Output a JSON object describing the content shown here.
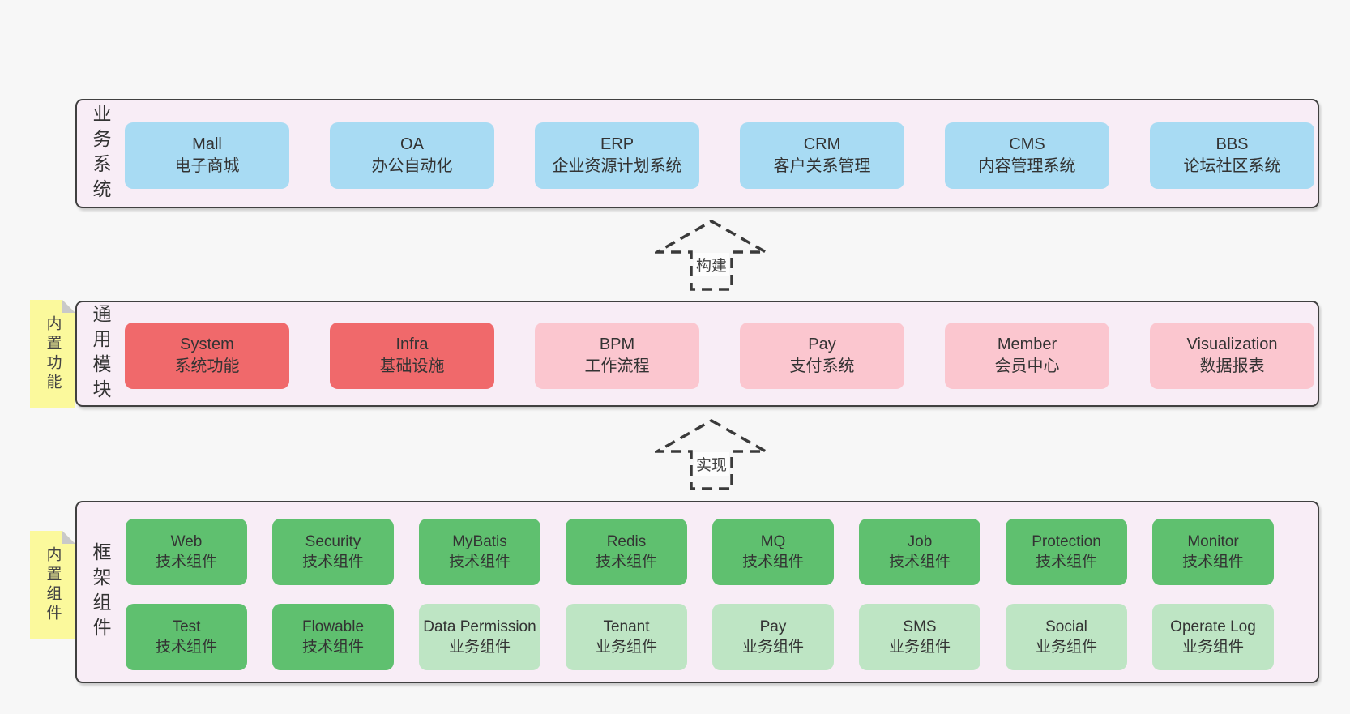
{
  "colors": {
    "page_bg": "#f7f7f7",
    "band_bg": "#f8edf6",
    "band_border": "#404040",
    "blue": "#a8dbf3",
    "red": "#f0696b",
    "pink": "#fbc6cf",
    "green": "#5fc06f",
    "green_light": "#bee5c4",
    "sticky_yellow": "#fbf99c",
    "text": "#333333"
  },
  "arrows": [
    {
      "label": "构建"
    },
    {
      "label": "实现"
    }
  ],
  "bands": [
    {
      "label": "业务系统",
      "sticky": null,
      "rows": [
        [
          {
            "name": "Mall",
            "desc": "电子商城",
            "variant": "blue"
          },
          {
            "name": "OA",
            "desc": "办公自动化",
            "variant": "blue"
          },
          {
            "name": "ERP",
            "desc": "企业资源计划系统",
            "variant": "blue"
          },
          {
            "name": "CRM",
            "desc": "客户关系管理",
            "variant": "blue"
          },
          {
            "name": "CMS",
            "desc": "内容管理系统",
            "variant": "blue"
          },
          {
            "name": "BBS",
            "desc": "论坛社区系统",
            "variant": "blue"
          }
        ]
      ]
    },
    {
      "label": "通用模块",
      "sticky": "内置功能",
      "rows": [
        [
          {
            "name": "System",
            "desc": "系统功能",
            "variant": "red"
          },
          {
            "name": "Infra",
            "desc": "基础设施",
            "variant": "red"
          },
          {
            "name": "BPM",
            "desc": "工作流程",
            "variant": "pink"
          },
          {
            "name": "Pay",
            "desc": "支付系统",
            "variant": "pink"
          },
          {
            "name": "Member",
            "desc": "会员中心",
            "variant": "pink"
          },
          {
            "name": "Visualization",
            "desc": "数据报表",
            "variant": "pink"
          }
        ]
      ]
    },
    {
      "label": "框架组件",
      "sticky": "内置组件",
      "rows": [
        [
          {
            "name": "Web",
            "desc": "技术组件",
            "variant": "green"
          },
          {
            "name": "Security",
            "desc": "技术组件",
            "variant": "green"
          },
          {
            "name": "MyBatis",
            "desc": "技术组件",
            "variant": "green"
          },
          {
            "name": "Redis",
            "desc": "技术组件",
            "variant": "green"
          },
          {
            "name": "MQ",
            "desc": "技术组件",
            "variant": "green"
          },
          {
            "name": "Job",
            "desc": "技术组件",
            "variant": "green"
          },
          {
            "name": "Protection",
            "desc": "技术组件",
            "variant": "green"
          },
          {
            "name": "Monitor",
            "desc": "技术组件",
            "variant": "green"
          }
        ],
        [
          {
            "name": "Test",
            "desc": "技术组件",
            "variant": "green"
          },
          {
            "name": "Flowable",
            "desc": "技术组件",
            "variant": "green"
          },
          {
            "name": "Data Permission",
            "desc": "业务组件",
            "variant": "green-light"
          },
          {
            "name": "Tenant",
            "desc": "业务组件",
            "variant": "green-light"
          },
          {
            "name": "Pay",
            "desc": "业务组件",
            "variant": "green-light"
          },
          {
            "name": "SMS",
            "desc": "业务组件",
            "variant": "green-light"
          },
          {
            "name": "Social",
            "desc": "业务组件",
            "variant": "green-light"
          },
          {
            "name": "Operate Log",
            "desc": "业务组件",
            "variant": "green-light"
          }
        ]
      ]
    }
  ]
}
